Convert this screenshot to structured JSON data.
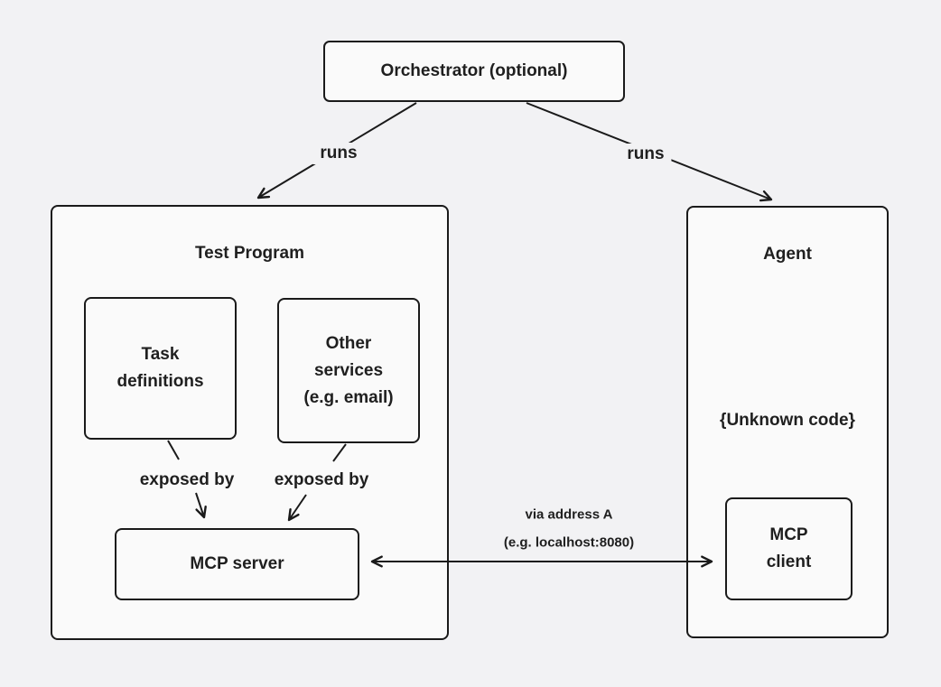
{
  "colors": {
    "page_bg": "#f2f2f4",
    "box_fill": "#fafafa",
    "line": "#1a1a1a",
    "text": "#1f1f1f"
  },
  "nodes": {
    "orchestrator": "Orchestrator (optional)",
    "test_program_title": "Test Program",
    "task_definitions": {
      "line1": "Task",
      "line2": "definitions"
    },
    "other_services": {
      "line1": "Other",
      "line2": "services",
      "line3": "(e.g. email)"
    },
    "mcp_server": "MCP server",
    "agent_title": "Agent",
    "unknown_code": "{Unknown code}",
    "mcp_client": {
      "line1": "MCP",
      "line2": "client"
    }
  },
  "edges": {
    "runs_left": "runs",
    "runs_right": "runs",
    "exposed_by_left": "exposed by",
    "exposed_by_right": "exposed by",
    "via_address": {
      "line1": "via address A",
      "line2": "(e.g. localhost:8080)"
    }
  }
}
